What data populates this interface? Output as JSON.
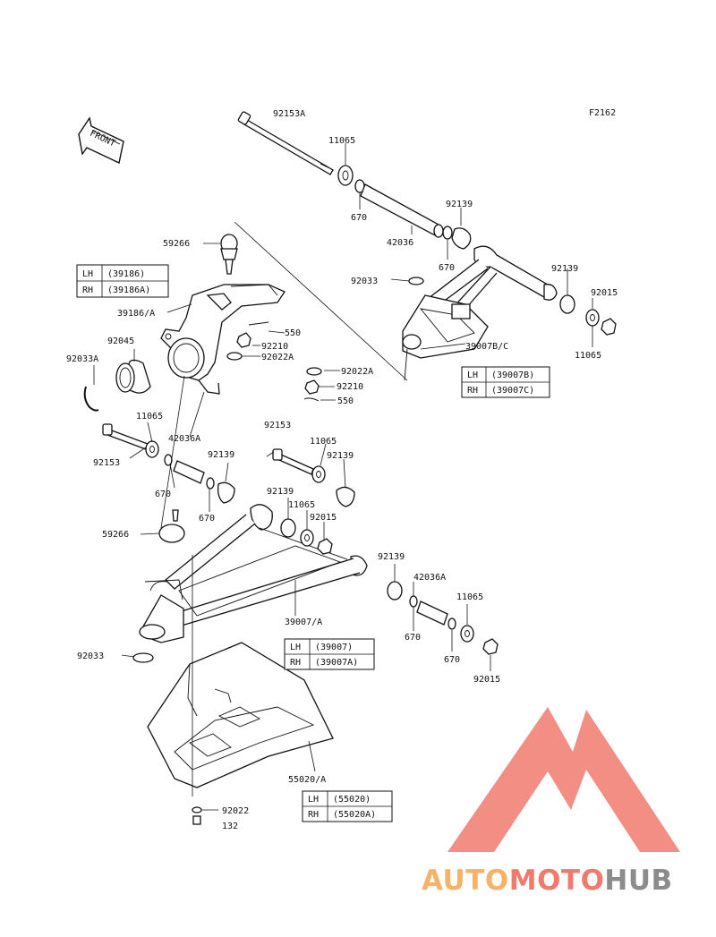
{
  "diagram_code": "F2162",
  "front_label": "FRONT",
  "labels": {
    "l92153A": "92153A",
    "l11065a": "11065",
    "l670a": "670",
    "l42036": "42036",
    "l92139a": "92139",
    "l670b": "670",
    "l92139b": "92139",
    "l92015a": "92015",
    "l11065b": "11065",
    "l92033a": "92033",
    "l39007BC": "39007B/C",
    "l59266a": "59266",
    "l39186A": "39186/A",
    "l92045": "92045",
    "l92033A": "92033A",
    "l550a": "550",
    "l92210a": "92210",
    "l92022Aa": "92022A",
    "l92022Ab": "92022A",
    "l92210b": "92210",
    "l550b": "550",
    "l11065c": "11065",
    "l42036A": "42036A",
    "l92153a": "92153",
    "l92153b": "92153",
    "l11065d": "11065",
    "l92139c": "92139",
    "l92139d": "92139",
    "l670c": "670",
    "l670d": "670",
    "l92139e": "92139",
    "l11065e": "11065",
    "l92015b": "92015",
    "l59266b": "59266",
    "l92139f": "92139",
    "l42036A2": "42036A",
    "l11065f": "11065",
    "l39007A": "39007/A",
    "l670e": "670",
    "l670f": "670",
    "l92015c": "92015",
    "l92033b": "92033",
    "l55020A": "55020/A",
    "l92022": "92022",
    "l132": "132"
  },
  "tables": {
    "knuckle": {
      "lh": "LH",
      "lh_part": "(39186)",
      "rh": "RH",
      "rh_part": "(39186A)"
    },
    "upper_arm": {
      "lh": "LH",
      "lh_part": "(39007B)",
      "rh": "RH",
      "rh_part": "(39007C)"
    },
    "lower_arm": {
      "lh": "LH",
      "lh_part": "(39007)",
      "rh": "RH",
      "rh_part": "(39007A)"
    },
    "guard": {
      "lh": "LH",
      "lh_part": "(55020)",
      "rh": "RH",
      "rh_part": "(55020A)"
    }
  },
  "watermark": {
    "part1": "AUTO",
    "part2": "MOTO",
    "part3": "HUB"
  },
  "colors": {
    "watermark_orange": "#f7b267",
    "watermark_red": "#f07a6e",
    "watermark_gray": "#8c8c8c",
    "line": "#111111"
  }
}
